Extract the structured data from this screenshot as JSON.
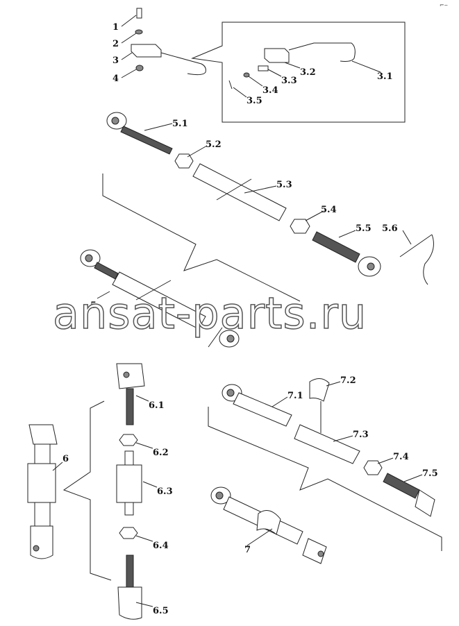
{
  "watermark": "ansat-parts.ru",
  "corner_mark": "⌐‒",
  "labels": {
    "l1": "1",
    "l2": "2",
    "l3": "3",
    "l4": "4",
    "l31": "3.1",
    "l32": "3.2",
    "l33": "3.3",
    "l34": "3.4",
    "l35": "3.5",
    "l51": "5.1",
    "l52": "5.2",
    "l53": "5.3",
    "l54": "5.4",
    "l55": "5.5",
    "l56": "5.6",
    "l5": "5",
    "l6": "6",
    "l61": "6.1",
    "l62": "6.2",
    "l63": "6.3",
    "l64": "6.4",
    "l65": "6.5",
    "l7": "7",
    "l71": "7.1",
    "l72": "7.2",
    "l73": "7.3",
    "l74": "7.4",
    "l75": "7.5"
  }
}
